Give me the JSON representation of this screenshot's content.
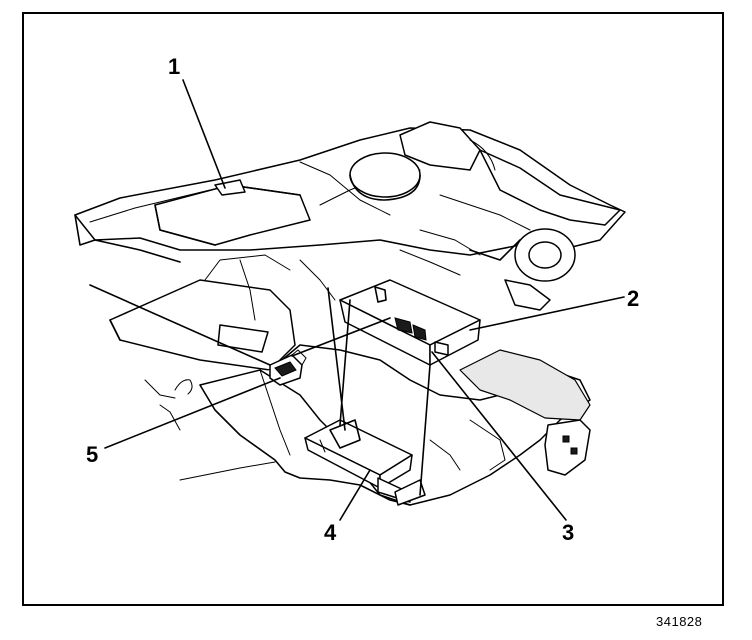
{
  "diagram": {
    "callouts": [
      {
        "id": "1",
        "label": "1"
      },
      {
        "id": "2",
        "label": "2"
      },
      {
        "id": "3",
        "label": "3"
      },
      {
        "id": "4",
        "label": "4"
      },
      {
        "id": "5",
        "label": "5"
      }
    ],
    "figure_number": "341828",
    "line_color": "#000000",
    "background_color": "#ffffff"
  }
}
